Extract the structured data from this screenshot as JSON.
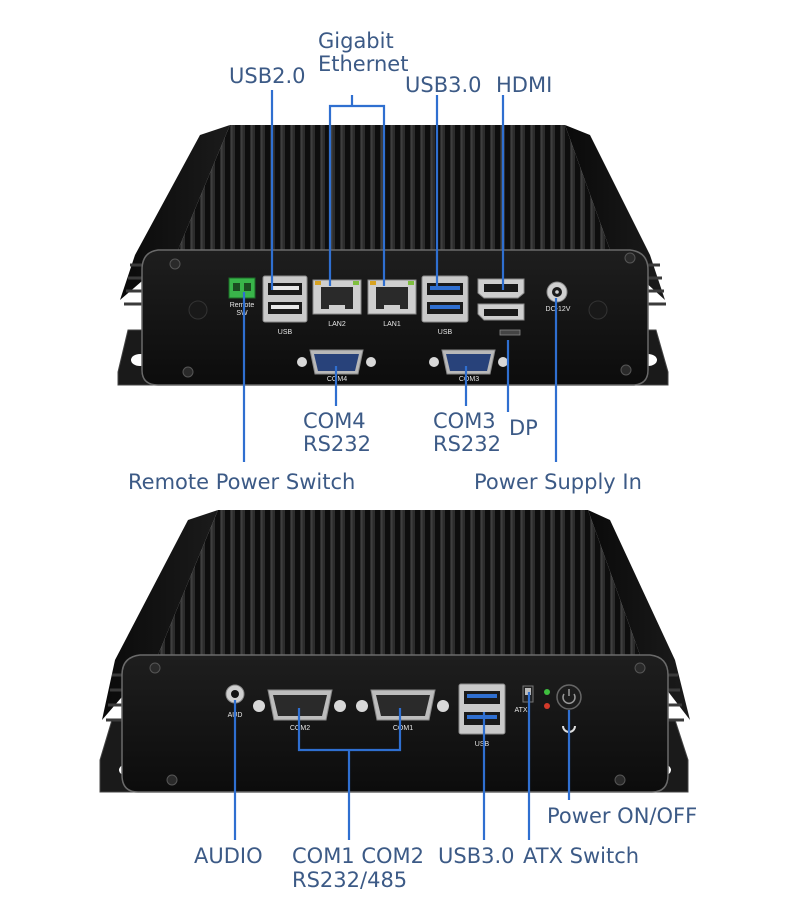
{
  "callouts": {
    "usb20": "USB2.0",
    "gigabit_1": "Gigabit",
    "gigabit_2": "Ethernet",
    "usb30_top": "USB3.0",
    "hdmi": "HDMI",
    "com4_1": "COM4",
    "com4_2": "RS232",
    "com3_1": "COM3",
    "com3_2": "RS232",
    "dp": "DP",
    "remote_power_switch": "Remote Power  Switch",
    "power_supply_in": "Power Supply In",
    "power_on_off": "Power ON/OFF",
    "audio": "AUDIO",
    "com1_com2": "COM1 COM2",
    "rs232_485": "RS232/485",
    "usb30_bottom": "USB3.0",
    "atx_switch": "ATX Switch"
  },
  "panel_labels": {
    "usb": "USB",
    "lan2": "LAN2",
    "lan1": "LAN1",
    "usb3": "USB",
    "dc12v": "DC-12V",
    "remote": "Remote",
    "sw": "SW",
    "com4": "COM4",
    "com3": "COM3",
    "aud": "AUD",
    "com2": "COM2",
    "com1": "COM1",
    "usb_bottom": "USB",
    "atx": "ATX"
  },
  "colors": {
    "callout_text": "#3c5a86",
    "leader_line": "#2f6fd0",
    "chassis": "#151515"
  }
}
